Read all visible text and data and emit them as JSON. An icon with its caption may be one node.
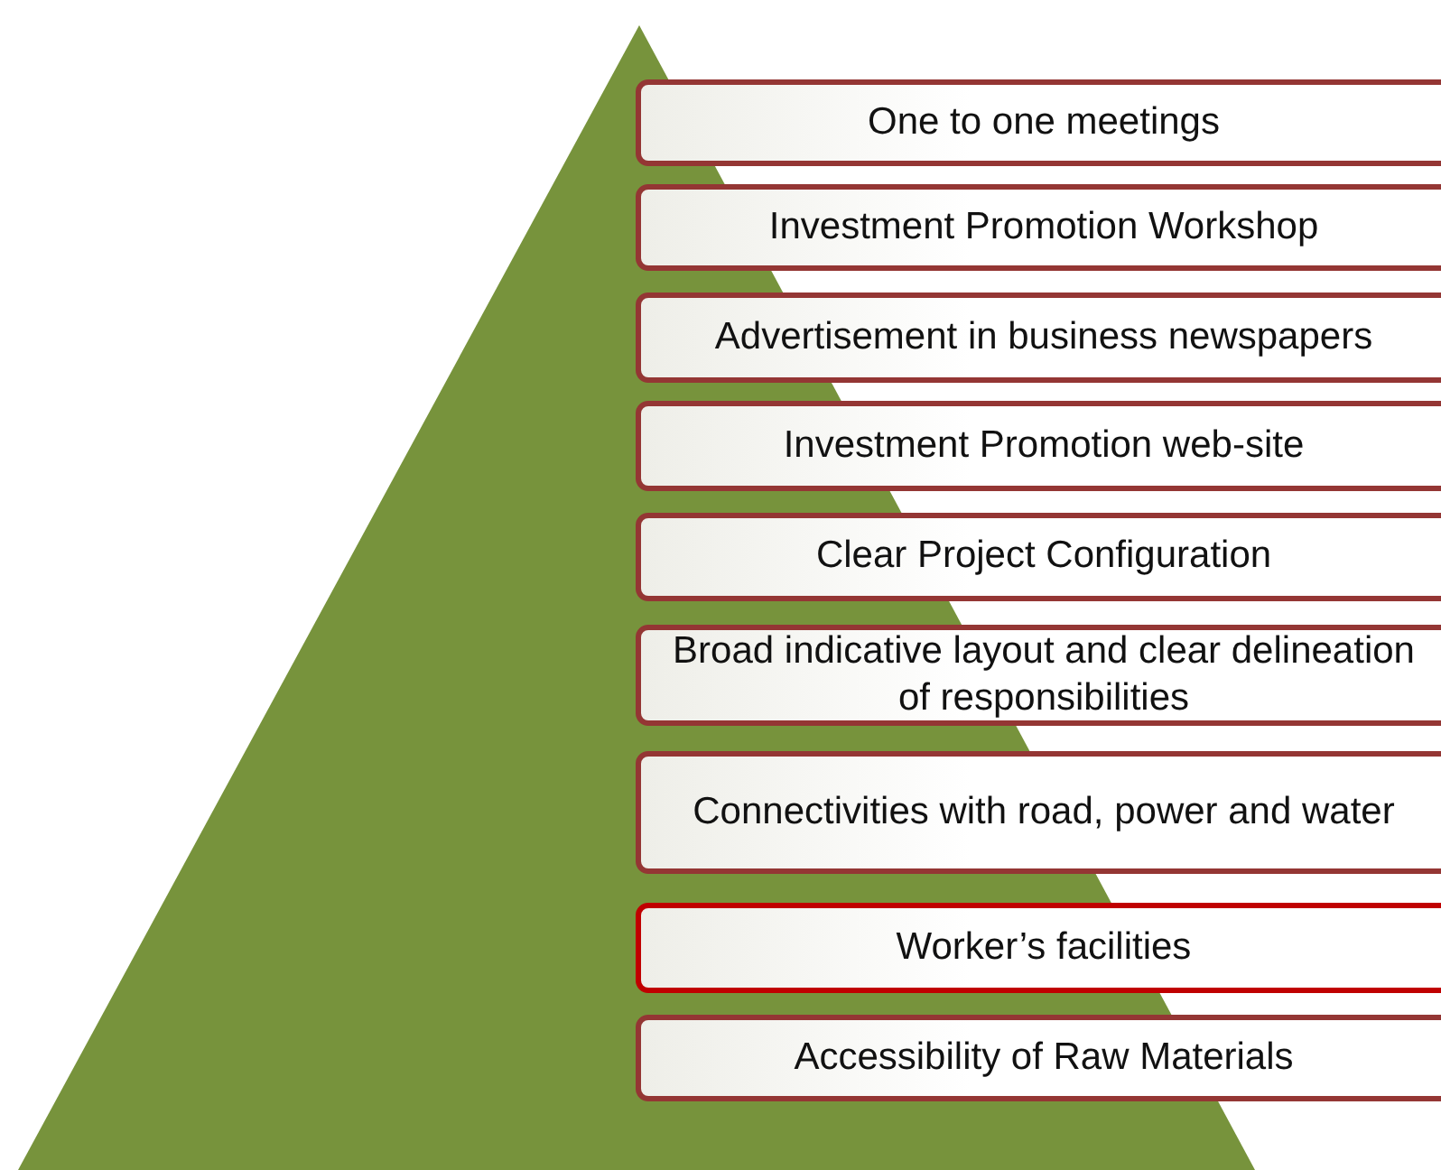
{
  "diagram": {
    "nodes": [
      {
        "text": [
          "One to one meetings"
        ]
      },
      {
        "text": [
          "Investment Promotion Workshop"
        ]
      },
      {
        "text": [
          "Advertisement in business newspapers"
        ]
      },
      {
        "text": [
          "Investment Promotion web-site"
        ]
      },
      {
        "text": [
          "Clear Project Configuration"
        ]
      },
      {
        "text": [
          "Broad indicative layout and clear delineation of responsibilities"
        ]
      },
      {
        "text": [
          "Connectivities with road, power and water"
        ]
      },
      {
        "text": [
          "Worker’s facilities"
        ]
      },
      {
        "text": [
          "Accessibility of Raw Materials"
        ]
      }
    ]
  }
}
